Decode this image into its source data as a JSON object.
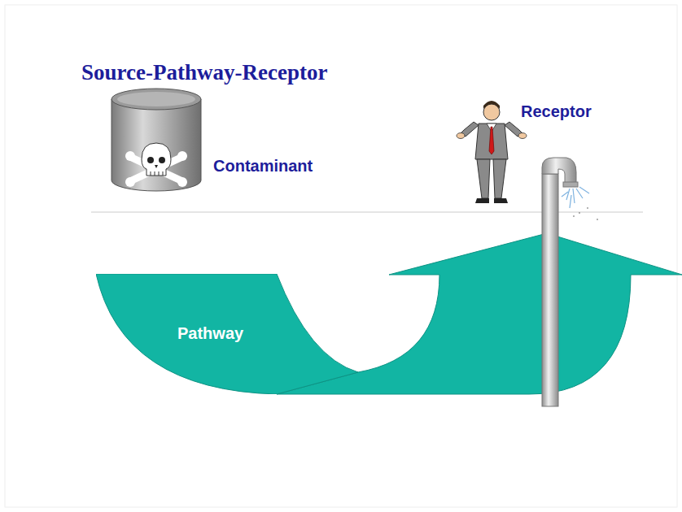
{
  "diagram": {
    "title": "Source-Pathway-Receptor",
    "nodes": [
      {
        "text": [
          "Pathway"
        ]
      }
    ],
    "labels": [
      "Contaminant",
      "Receptor"
    ]
  }
}
